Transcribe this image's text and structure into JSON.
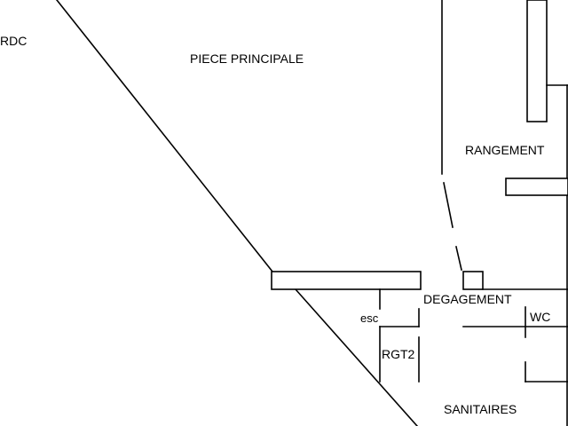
{
  "plan": {
    "level_label": "RDC",
    "rooms": {
      "piece_principale": "PIECE PRINCIPALE",
      "rangement": "RANGEMENT",
      "degagement": "DEGAGEMENT",
      "wc": "WC",
      "rgt2": "RGT2",
      "sanitaires": "SANITAIRES"
    },
    "stair_label": "esc"
  }
}
